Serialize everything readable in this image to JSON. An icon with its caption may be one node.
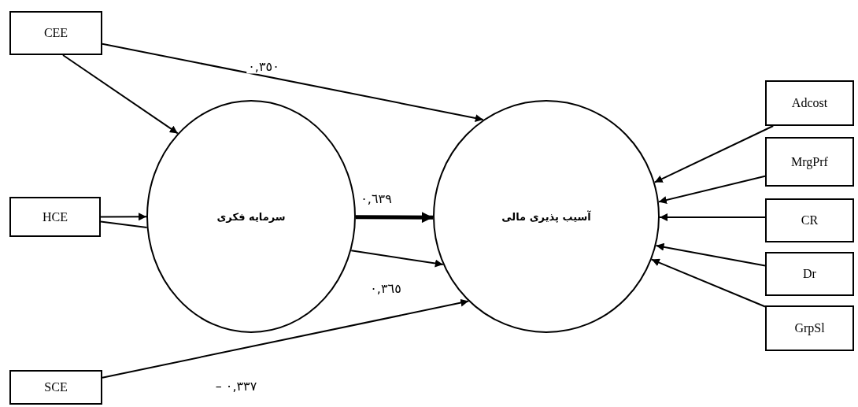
{
  "diagram": {
    "nodes": [
      {
        "text": [
          "CEE"
        ]
      },
      {
        "text": [
          "HCE"
        ]
      },
      {
        "text": [
          "SCE"
        ]
      },
      {
        "text": [
          "سرمایه فکری"
        ]
      },
      {
        "text": [
          "آسیب پذیری مالی"
        ]
      },
      {
        "text": [
          "Adcost"
        ]
      },
      {
        "text": [
          "MrgPrf"
        ]
      },
      {
        "text": [
          "CR"
        ]
      },
      {
        "text": [
          "Dr"
        ]
      },
      {
        "text": [
          "GrpSl"
        ]
      }
    ],
    "edges": [
      {
        "from": 0,
        "to": 3,
        "arrow": "to"
      },
      {
        "from": 0,
        "to": 4,
        "arrow": "to",
        "label": "٠,٣٥٠"
      },
      {
        "from": 1,
        "to": 3,
        "arrow": "to"
      },
      {
        "from": 1,
        "to": 3,
        "arrow": "none"
      },
      {
        "from": 3,
        "to": 4,
        "arrow": "to",
        "label": "٠,٣٦٥"
      },
      {
        "from": 3,
        "to": 4,
        "arrow": "to",
        "label": "٠,٦٣٩",
        "style": "thick"
      },
      {
        "from": 2,
        "to": 4,
        "arrow": "to",
        "label": "– ٠,٣٣٧"
      },
      {
        "from": 5,
        "to": 4,
        "arrow": "to"
      },
      {
        "from": 6,
        "to": 4,
        "arrow": "to"
      },
      {
        "from": 7,
        "to": 4,
        "arrow": "to"
      },
      {
        "from": 8,
        "to": 4,
        "arrow": "to"
      },
      {
        "from": 9,
        "to": 4,
        "arrow": "to"
      }
    ]
  }
}
